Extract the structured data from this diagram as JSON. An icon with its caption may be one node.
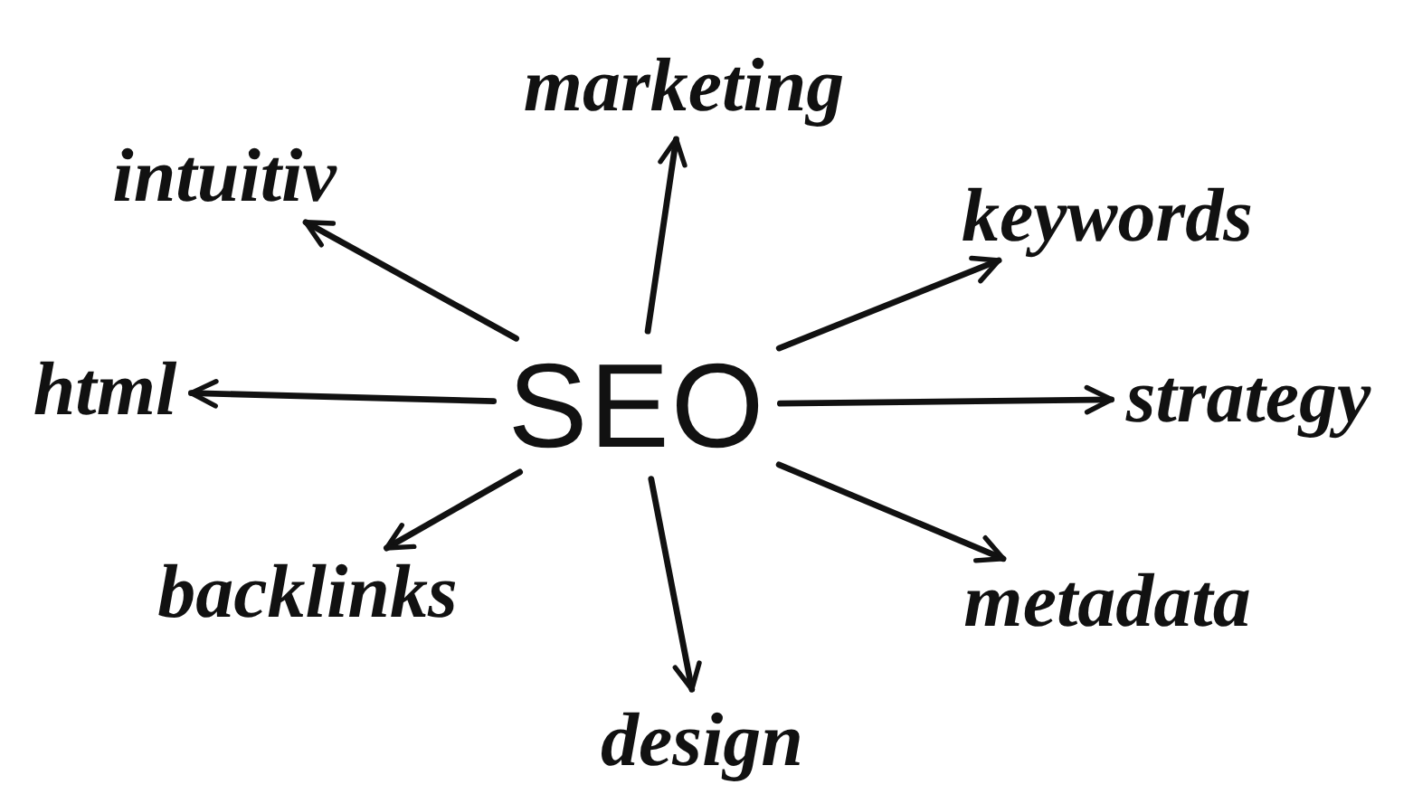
{
  "diagram": {
    "nodes": [
      {
        "text": [
          "marketing"
        ]
      },
      {
        "text": [
          "intuitiv"
        ]
      },
      {
        "text": [
          "keywords"
        ]
      },
      {
        "text": [
          "html"
        ]
      },
      {
        "text": [
          "SEO"
        ]
      },
      {
        "text": [
          "strategy"
        ]
      },
      {
        "text": [
          "backlinks"
        ]
      },
      {
        "text": [
          "metadata"
        ]
      },
      {
        "text": [
          "design"
        ]
      }
    ],
    "edges": [
      {
        "from": 4,
        "to": 0,
        "arrow": "to"
      },
      {
        "from": 4,
        "to": 1,
        "arrow": "to"
      },
      {
        "from": 4,
        "to": 2,
        "arrow": "to"
      },
      {
        "from": 4,
        "to": 3,
        "arrow": "to"
      },
      {
        "from": 4,
        "to": 5,
        "arrow": "to"
      },
      {
        "from": 4,
        "to": 6,
        "arrow": "to"
      },
      {
        "from": 4,
        "to": 7,
        "arrow": "to"
      },
      {
        "from": 4,
        "to": 8,
        "arrow": "to"
      }
    ]
  }
}
